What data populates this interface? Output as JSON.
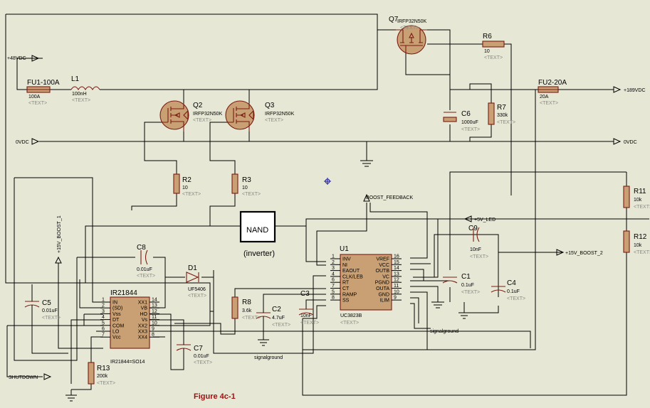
{
  "placeholder": "<TEXT>",
  "terminals": {
    "v48": "+48VDC",
    "v189": "+189VDC",
    "gnd_left": "0VDC",
    "gnd_right": "0VDC",
    "boost_feedback": "BOOST_FEEDBACK",
    "v5_led": "+5V_LED",
    "v15_boost_2": "+15V_BOOST_2",
    "v15_boost_1": "+15V_BOOST_1",
    "shutdown": "SHUTDOWN",
    "signalground_1": "signalground",
    "signalground_2": "signalground"
  },
  "parts": {
    "fu1": {
      "ref": "FU1-100A",
      "value": "100A"
    },
    "fu2": {
      "ref": "FU2-20A",
      "value": "20A"
    },
    "l1": {
      "ref": "L1",
      "value": "100nH"
    },
    "q2": {
      "ref": "Q2",
      "value": "IRFP32N50K"
    },
    "q3": {
      "ref": "Q3",
      "value": "IRFP32N50K"
    },
    "q7": {
      "ref": "Q7",
      "value": "IRFP32N50K"
    },
    "r2": {
      "ref": "R2",
      "value": "10"
    },
    "r3": {
      "ref": "R3",
      "value": "10"
    },
    "r6": {
      "ref": "R6",
      "value": "10"
    },
    "r7": {
      "ref": "R7",
      "value": "330k"
    },
    "r8": {
      "ref": "R8",
      "value": "3.6k"
    },
    "r11": {
      "ref": "R11",
      "value": "10k"
    },
    "r12": {
      "ref": "R12",
      "value": "10k"
    },
    "r13": {
      "ref": "R13",
      "value": "200k"
    },
    "c1": {
      "ref": "C1",
      "value": "0.1uF"
    },
    "c2": {
      "ref": "C2",
      "value": "4.7uF"
    },
    "c3": {
      "ref": "C3",
      "value": "10nF"
    },
    "c4": {
      "ref": "C4",
      "value": "0.1uF"
    },
    "c5": {
      "ref": "C5",
      "value": "0.01uF"
    },
    "c6": {
      "ref": "C6",
      "value": "1000uF"
    },
    "c7": {
      "ref": "C7",
      "value": "0.01uF"
    },
    "c8": {
      "ref": "C8",
      "value": "0.01uF"
    },
    "c9": {
      "ref": "C9",
      "value": "10nF"
    },
    "d1": {
      "ref": "D1",
      "value": "UF5406"
    }
  },
  "nand": {
    "label": "NAND",
    "caption": "(inverter)"
  },
  "ir21844": {
    "ref": "IR21844",
    "part": "IR21844=SO14",
    "left_pins": [
      {
        "num": "1",
        "name": "IN"
      },
      {
        "num": "2",
        "name": "(SD)"
      },
      {
        "num": "3",
        "name": "Vss"
      },
      {
        "num": "4",
        "name": "DT"
      },
      {
        "num": "5",
        "name": "COM"
      },
      {
        "num": "6",
        "name": "LO"
      },
      {
        "num": "7",
        "name": "Vcc"
      }
    ],
    "right_pins": [
      {
        "num": "14",
        "name": "XX1"
      },
      {
        "num": "13",
        "name": "VB"
      },
      {
        "num": "12",
        "name": "HO"
      },
      {
        "num": "11",
        "name": "Vs"
      },
      {
        "num": "10",
        "name": "XX2"
      },
      {
        "num": "9",
        "name": "XX3"
      },
      {
        "num": "8",
        "name": "XX4"
      }
    ]
  },
  "u1": {
    "ref": "U1",
    "part": "UC3823B",
    "left_pins": [
      {
        "num": "1",
        "name": "INV"
      },
      {
        "num": "2",
        "name": "NI"
      },
      {
        "num": "3",
        "name": "EAOUT"
      },
      {
        "num": "4",
        "name": "CLK/LEB"
      },
      {
        "num": "6",
        "name": "RT"
      },
      {
        "num": "7",
        "name": "CT"
      },
      {
        "num": "5",
        "name": "RAMP"
      },
      {
        "num": "8",
        "name": "SS"
      }
    ],
    "right_pins": [
      {
        "num": "16",
        "name": "VREF"
      },
      {
        "num": "15",
        "name": "VCC"
      },
      {
        "num": "14",
        "name": "OUTB"
      },
      {
        "num": "13",
        "name": "VC"
      },
      {
        "num": "12",
        "name": "PGND"
      },
      {
        "num": "11",
        "name": "OUTA"
      },
      {
        "num": "10",
        "name": "GND"
      },
      {
        "num": "9",
        "name": "ILIM"
      }
    ]
  },
  "figure_caption": "Figure 4c-1"
}
